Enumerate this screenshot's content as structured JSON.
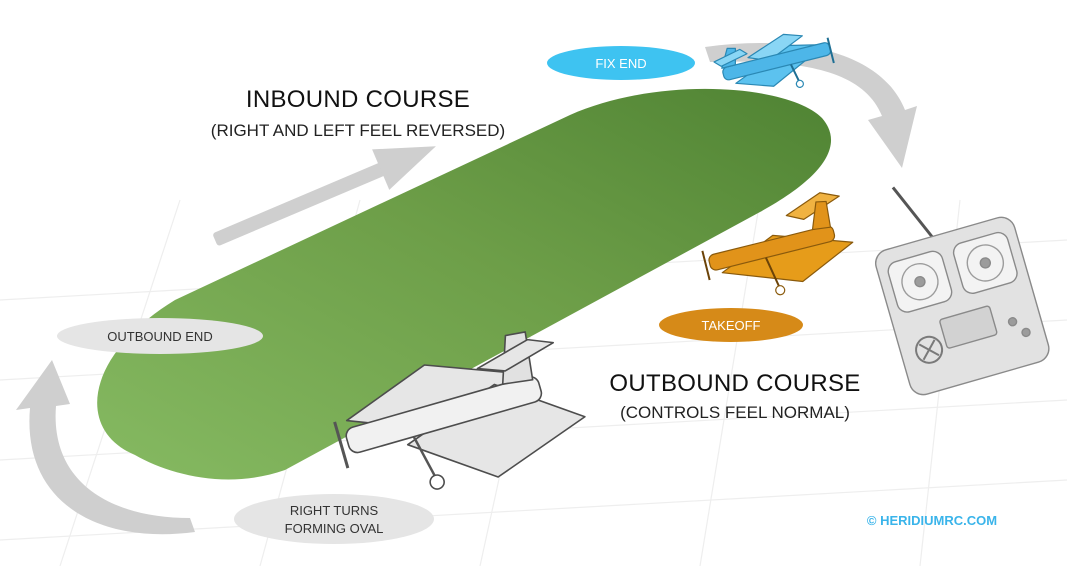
{
  "headings": {
    "inbound_title": "INBOUND COURSE",
    "inbound_subtitle": "(RIGHT AND LEFT FEEL REVERSED)",
    "outbound_title": "OUTBOUND COURSE",
    "outbound_subtitle": "(CONTROLS FEEL NORMAL)"
  },
  "labels": {
    "fix_end": "FIX END",
    "outbound_end": "OUTBOUND END",
    "takeoff": "TAKEOFF",
    "right_turns_line1": "RIGHT TURNS",
    "right_turns_line2": "FORMING OVAL"
  },
  "credit": "© HERIDIUMRC.COM",
  "colors": {
    "oval": "#6d9e48",
    "fix_end_pill": "#3ec3f1",
    "takeoff_pill": "#d68a18",
    "gray_pill": "#e5e5e5",
    "arrow": "#cfcfcf",
    "blue_plane": "#5cc2ef",
    "orange_plane": "#e69c1a",
    "white_plane": "#e6e6e6",
    "credit": "#3ab4ea"
  },
  "icons": [
    "blue-airplane-icon",
    "orange-airplane-icon",
    "white-airplane-icon",
    "rc-transmitter-icon"
  ]
}
